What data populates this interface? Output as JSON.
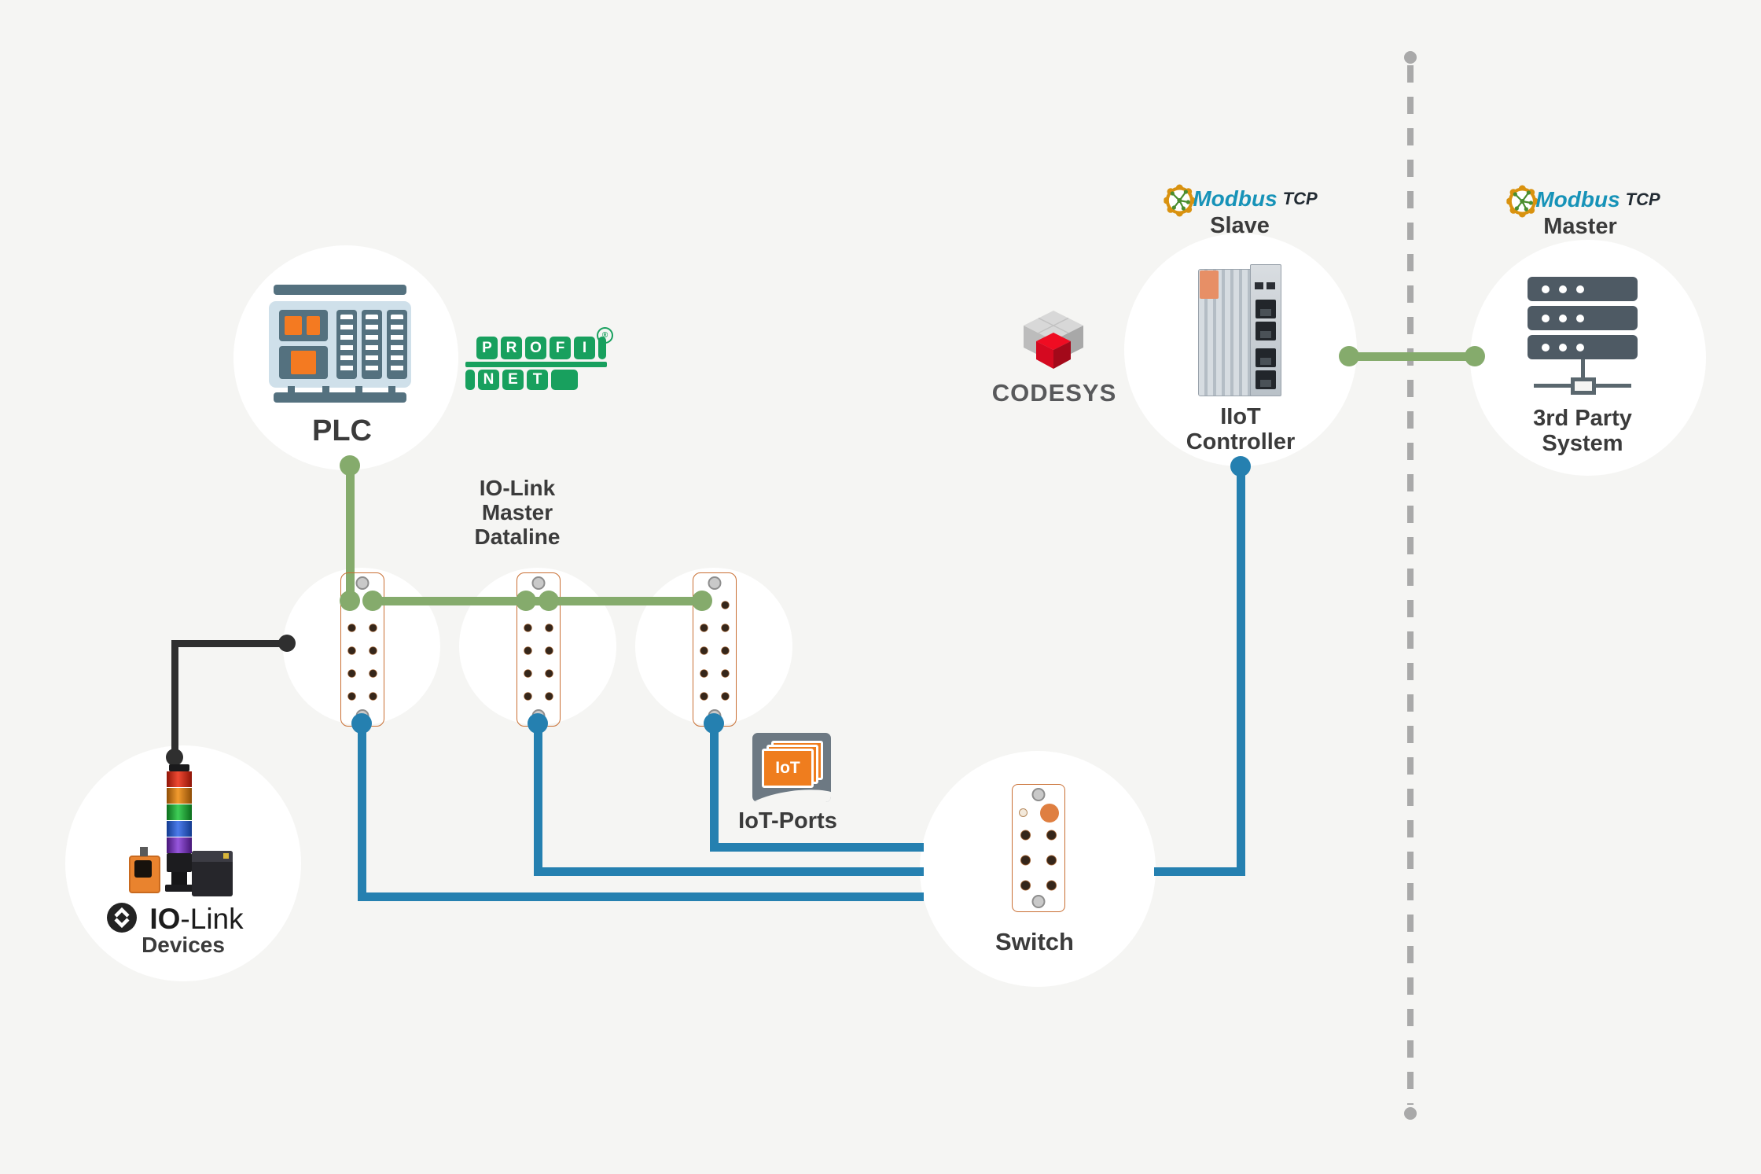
{
  "colors": {
    "background": "#f5f5f3",
    "line_green": "#85ab6c",
    "line_blue": "#2580b0",
    "line_black": "#2f2f2f",
    "dash_gray": "#a9a9a9",
    "label_gray": "#3b3b3b",
    "module_orange": "#e8884a",
    "profinet_green": "#18a05e",
    "modbus_teal": "#1793b8",
    "modbus_gold": "#d9920f",
    "codesys_red": "#d50920"
  },
  "plc": {
    "label": "PLC"
  },
  "profinet": {
    "row1": [
      "P",
      "R",
      "O",
      "F",
      "I"
    ],
    "row2": [
      "N",
      "E",
      "T"
    ],
    "registered": "®"
  },
  "master_dataline": {
    "line1": "IO-Link",
    "line2": "Master",
    "line3": "Dataline"
  },
  "iot_ports": {
    "label": "IoT-Ports",
    "icon_text": "IoT"
  },
  "devices": {
    "brand_bold": "IO",
    "brand_rest": "-Link",
    "label": "Devices"
  },
  "switch": {
    "label": "Switch"
  },
  "codesys": {
    "label": "CODESYS"
  },
  "iiot": {
    "line1": "IIoT",
    "line2": "Controller"
  },
  "modbus_slave": {
    "brand": "Modbus",
    "variant": "TCP",
    "role": "Slave"
  },
  "modbus_master": {
    "brand": "Modbus",
    "variant": "TCP",
    "role": "Master"
  },
  "third_party": {
    "line1": "3rd Party",
    "line2": "System"
  }
}
